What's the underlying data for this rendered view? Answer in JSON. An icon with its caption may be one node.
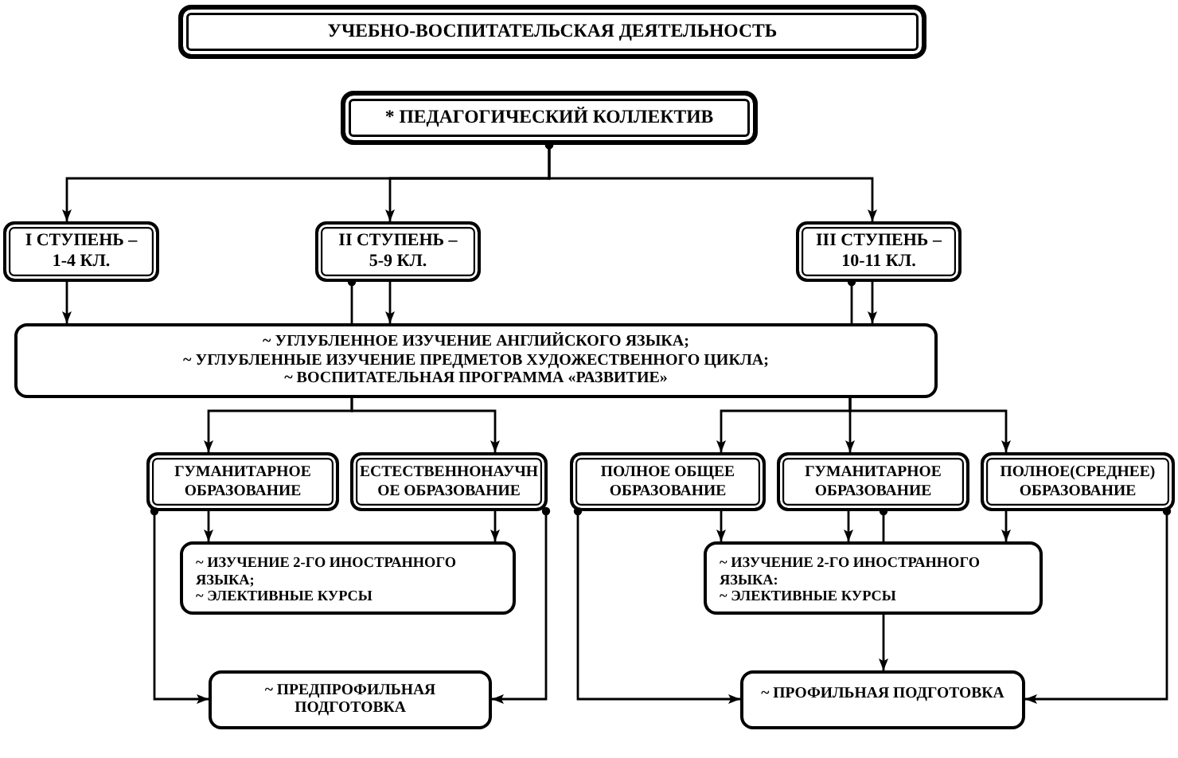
{
  "diagram": {
    "nodes": [
      {
        "text": [
          "УЧЕБНО-ВОСПИТАТЕЛЬСКАЯ ДЕЯТЕЛЬНОСТЬ"
        ]
      },
      {
        "text": [
          "* ПЕДАГОГИЧЕСКИЙ КОЛЛЕКТИВ"
        ]
      },
      {
        "text": [
          "I СТУПЕНЬ – 1-4 КЛ."
        ]
      },
      {
        "text": [
          "II СТУПЕНЬ – 5-9 КЛ."
        ]
      },
      {
        "text": [
          "III СТУПЕНЬ – 10-11 КЛ."
        ]
      },
      {
        "text": [
          "~ УГЛУБЛЕННОЕ ИЗУЧЕНИЕ АНГЛИЙСКОГО ЯЗЫКА;",
          "~ УГЛУБЛЕННЫЕ ИЗУЧЕНИЕ ПРЕДМЕТОВ ХУДОЖЕСТВЕННОГО ЦИКЛА;",
          "~ ВОСПИТАТЕЛЬНАЯ ПРОГРАММА «РАЗВИТИЕ»"
        ]
      },
      {
        "text": [
          "ГУМАНИТАРНОЕ ОБРАЗОВАНИЕ"
        ]
      },
      {
        "text": [
          "ЕСТЕСТВЕННОНАУЧН ОЕ ОБРАЗОВАНИЕ"
        ]
      },
      {
        "text": [
          "ПОЛНОЕ ОБЩЕЕ ОБРАЗОВАНИЕ"
        ]
      },
      {
        "text": [
          "ГУМАНИТАРНОЕ ОБРАЗОВАНИЕ"
        ]
      },
      {
        "text": [
          "ПОЛНОЕ(СРЕДНЕЕ) ОБРАЗОВАНИЕ"
        ]
      },
      {
        "text": [
          "~ ИЗУЧЕНИЕ 2-ГО ИНОСТРАННОГО ЯЗЫКА;",
          "~ ЭЛЕКТИВНЫЕ КУРСЫ"
        ]
      },
      {
        "text": [
          "~ ИЗУЧЕНИЕ 2-ГО ИНОСТРАННОГО ЯЗЫКА:",
          "~ ЭЛЕКТИВНЫЕ КУРСЫ"
        ]
      },
      {
        "text": [
          "~ ПРЕДПРОФИЛЬНАЯ ПОДГОТОВКА"
        ]
      },
      {
        "text": [
          "~ ПРОФИЛЬНАЯ ПОДГОТОВКА"
        ]
      }
    ],
    "edges": [
      {
        "from": 1,
        "to": 2,
        "arrow": "to"
      },
      {
        "from": 1,
        "to": 3,
        "arrow": "to"
      },
      {
        "from": 1,
        "to": 4,
        "arrow": "to"
      },
      {
        "from": 2,
        "to": 5,
        "arrow": "to"
      },
      {
        "from": 3,
        "to": 5,
        "arrow": "other"
      },
      {
        "from": 3,
        "to": 5,
        "arrow": "to"
      },
      {
        "from": 4,
        "to": 5,
        "arrow": "other"
      },
      {
        "from": 4,
        "to": 5,
        "arrow": "to"
      },
      {
        "from": 5,
        "to": 6,
        "arrow": "to"
      },
      {
        "from": 5,
        "to": 7,
        "arrow": "to"
      },
      {
        "from": 5,
        "to": 8,
        "arrow": "to"
      },
      {
        "from": 5,
        "to": 9,
        "arrow": "to"
      },
      {
        "from": 5,
        "to": 10,
        "arrow": "to"
      },
      {
        "from": 6,
        "to": 11,
        "arrow": "to"
      },
      {
        "from": 7,
        "to": 11,
        "arrow": "to"
      },
      {
        "from": 6,
        "to": 13,
        "arrow": "to"
      },
      {
        "from": 7,
        "to": 13,
        "arrow": "to"
      },
      {
        "from": 8,
        "to": 12,
        "arrow": "to"
      },
      {
        "from": 9,
        "to": 12,
        "arrow": "to"
      },
      {
        "from": 9,
        "to": 12,
        "arrow": "other"
      },
      {
        "from": 10,
        "to": 12,
        "arrow": "to"
      },
      {
        "from": 12,
        "to": 14,
        "arrow": "to"
      },
      {
        "from": 8,
        "to": 14,
        "arrow": "to"
      },
      {
        "from": 10,
        "to": 14,
        "arrow": "to"
      }
    ]
  }
}
